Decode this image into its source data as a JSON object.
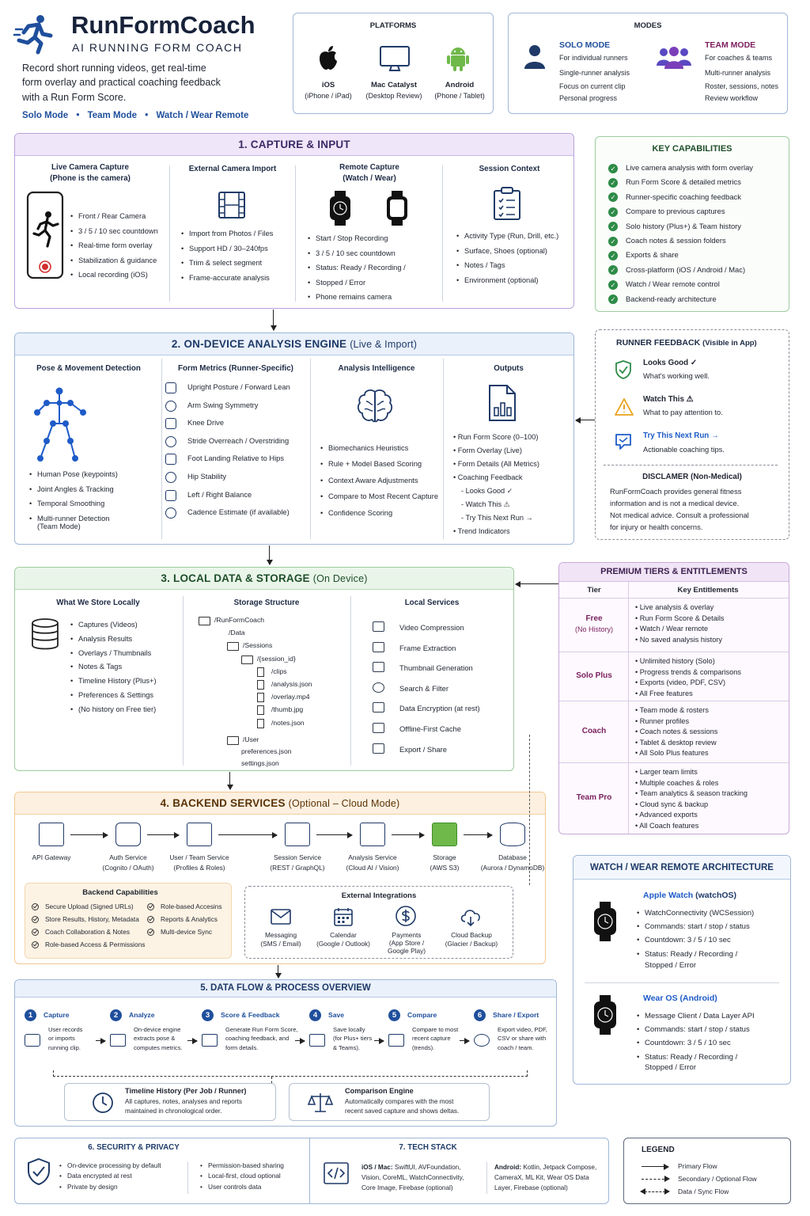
{
  "header": {
    "app_name": "RunFormCoach",
    "tagline": "AI RUNNING FORM COACH",
    "description": [
      "Record short running videos, get real-time",
      "form overlay and practical coaching feedback",
      "with a Run Form Score."
    ],
    "links": [
      "Solo Mode",
      "Team Mode",
      "Watch / Wear Remote"
    ]
  },
  "platforms": {
    "title": "PLATFORMS",
    "items": [
      {
        "name": "iOS",
        "sub": "(iPhone / iPad)",
        "icon": "apple-icon"
      },
      {
        "name": "Mac Catalyst",
        "sub": "(Desktop Review)",
        "icon": "monitor-icon"
      },
      {
        "name": "Android",
        "sub": "(Phone / Tablet)",
        "icon": "android-icon"
      }
    ]
  },
  "modes": {
    "title": "MODES",
    "solo": {
      "title": "SOLO MODE",
      "lines": [
        "For individual runners",
        "Single-runner analysis",
        "Focus on current clip",
        "Personal progress"
      ]
    },
    "team": {
      "title": "TEAM MODE",
      "lines": [
        "For coaches & teams",
        "Multi-runner analysis",
        "Roster, sessions, notes",
        "Review workflow"
      ]
    }
  },
  "capture": {
    "title": "1. CAPTURE & INPUT",
    "cols": [
      {
        "title": [
          "Live Camera Capture",
          "(Phone is the camera)"
        ],
        "items": [
          "Front / Rear Camera",
          "3 / 5 / 10 sec countdown",
          "Real-time form overlay",
          "Stabilization & guidance",
          "Local recording (iOS)"
        ]
      },
      {
        "title": [
          "External Camera Import"
        ],
        "items": [
          "Import from Photos / Files",
          "Support HD / 30–240fps",
          "Trim & select segment",
          "Frame-accurate analysis"
        ]
      },
      {
        "title": [
          "Remote Capture",
          "(Watch / Wear)"
        ],
        "items": [
          "Start / Stop Recording",
          "3 / 5 / 10 sec countdown",
          "Status: Ready / Recording /",
          "Stopped / Error",
          "Phone remains camera"
        ]
      },
      {
        "title": [
          "Session Context"
        ],
        "items": [
          "Activity Type (Run, Drill, etc.)",
          "Surface, Shoes (optional)",
          "Notes / Tags",
          "Environment (optional)"
        ]
      }
    ]
  },
  "capabilities": {
    "title": "KEY CAPABILITIES",
    "items": [
      "Live camera analysis with form overlay",
      "Run Form Score & detailed metrics",
      "Runner-specific coaching feedback",
      "Compare to previous captures",
      "Solo history (Plus+) & Team history",
      "Coach notes & session folders",
      "Exports & share",
      "Cross-platform (iOS / Android / Mac)",
      "Watch / Wear remote control",
      "Backend-ready architecture"
    ]
  },
  "analysis": {
    "title": "2. ON-DEVICE ANALYSIS ENGINE",
    "title_sub": "(Live & Import)",
    "pose": {
      "title": "Pose & Movement Detection",
      "items": [
        "Human Pose (keypoints)",
        "Joint Angles & Tracking",
        "Temporal Smoothing",
        "Multi-runner Detection",
        "(Team Mode)"
      ]
    },
    "metrics": {
      "title": "Form Metrics (Runner-Specific)",
      "items": [
        "Upright Posture / Forward Lean",
        "Arm Swing Symmetry",
        "Knee Drive",
        "Stride Overreach / Overstriding",
        "Foot Landing Relative to Hips",
        "Hip Stability",
        "Left / Right Balance",
        "Cadence Estimate (if available)"
      ]
    },
    "intel": {
      "title": "Analysis Intelligence",
      "items": [
        "Biomechanics Heuristics",
        "Rule + Model Based Scoring",
        "Context Aware Adjustments",
        "Compare to Most Recent Capture",
        "Confidence Scoring"
      ]
    },
    "outputs": {
      "title": "Outputs",
      "items": [
        "Run Form Score (0–100)",
        "Form Overlay (Live)",
        "Form Details (All Metrics)",
        "Coaching Feedback",
        "- Looks Good ✓",
        "- Watch This ⚠",
        "- Try This Next Run →",
        "Trend Indicators"
      ]
    }
  },
  "feedback": {
    "title": "RUNNER FEEDBACK",
    "title_sub": "(Visible in App)",
    "items": [
      {
        "title": "Looks Good ✓",
        "desc": "What's working well."
      },
      {
        "title": "Watch This ⚠",
        "desc": "What to pay attention to."
      },
      {
        "title": "Try This Next Run →",
        "desc": "Actionable coaching tips."
      }
    ],
    "disclaimer_title": "DISCLAMER (Non-Medical)",
    "disclaimer": [
      "RunFormCoach provides general fitness",
      "information and is not a medical device.",
      "Not medical advice. Consult a professional",
      "for injury or health concerns."
    ]
  },
  "storage": {
    "title": "3. LOCAL DATA & STORAGE",
    "title_sub": "(On Device)",
    "what": {
      "title": "What We Store Locally",
      "items": [
        "Captures (Videos)",
        "Analysis Results",
        "Overlays / Thumbnails",
        "Notes & Tags",
        "Timeline History (Plus+)",
        "Preferences & Settings",
        "(No history on Free tier)"
      ]
    },
    "structure": {
      "title": "Storage Structure",
      "lines": [
        "/RunFormCoach",
        "/Data",
        "/Sessions",
        "/{session_id}",
        "/clips",
        "/analysis.json",
        "/overlay.mp4",
        "/thumb.jpg",
        "/notes.json",
        "/User",
        "preferences.json",
        "settings.json"
      ]
    },
    "services": {
      "title": "Local Services",
      "items": [
        "Video Compression",
        "Frame Extraction",
        "Thumbnail Generation",
        "Search & Filter",
        "Data Encryption (at rest)",
        "Offline-First Cache",
        "Export / Share"
      ]
    }
  },
  "tiers": {
    "title": "PREMIUM TIERS & ENTITLEMENTS",
    "col_tier": "Tier",
    "col_ent": "Key Entitlements",
    "rows": [
      {
        "tier": "Free",
        "tier_sub": "(No History)",
        "items": [
          "Live analysis & overlay",
          "Run Form Score & Details",
          "Watch / Wear remote",
          "No saved analysis history"
        ]
      },
      {
        "tier": "Solo Plus",
        "tier_sub": "",
        "items": [
          "Unlimited history (Solo)",
          "Progress trends & comparisons",
          "Exports (video, PDF, CSV)",
          "All Free features"
        ]
      },
      {
        "tier": "Coach",
        "tier_sub": "",
        "items": [
          "Team mode & rosters",
          "Runner profiles",
          "Coach notes & sessions",
          "Tablet & desktop review",
          "All Solo Plus features"
        ]
      },
      {
        "tier": "Team Pro",
        "tier_sub": "",
        "items": [
          "Larger team limits",
          "Multiple coaches & roles",
          "Team analytics & season tracking",
          "Cloud sync & backup",
          "Advanced exports",
          "All Coach features"
        ]
      }
    ]
  },
  "backend": {
    "title": "4. BACKEND SERVICES",
    "title_sub": "(Optional – Cloud Mode)",
    "services": [
      {
        "name": "API Gateway",
        "sub": ""
      },
      {
        "name": "Auth Service",
        "sub": "(Cognito / OAuth)"
      },
      {
        "name": "User / Team Service",
        "sub": "(Profiles & Roles)"
      },
      {
        "name": "Session Service",
        "sub": "(REST / GraphQL)"
      },
      {
        "name": "Analysis Service",
        "sub": "(Cloud AI / Vision)"
      },
      {
        "name": "Storage",
        "sub": "(AWS S3)"
      },
      {
        "name": "Database",
        "sub": "(Aurora / DynamoDB)"
      }
    ],
    "caps_title": "Backend Capabilities",
    "caps_left": [
      "Secure Upload (Signed URLs)",
      "Store Results, History, Metadata",
      "Coach Collaboration & Notes",
      "Role-based Access & Permissions"
    ],
    "caps_right": [
      "Role-based Accesins",
      "Reports & Analytics",
      "Multi-device Sync"
    ],
    "ext_title": "External Integrations",
    "ext": [
      {
        "name": "Messaging",
        "sub": "(SMS / Email)"
      },
      {
        "name": "Calendar",
        "sub": "(Google / Outlook)"
      },
      {
        "name": "Payments",
        "sub": "(App Store /",
        "sub2": "Google Play)"
      },
      {
        "name": "Cloud Backup",
        "sub": "(Glacier / Backup)"
      }
    ]
  },
  "watch": {
    "title": "WATCH / WEAR REMOTE ARCHITECTURE",
    "apple": {
      "title": "Apple Watch",
      "title_sub": "(watchOS)",
      "items": [
        "WatchConnectivity (WCSession)",
        "Commands: start / stop / status",
        "Countdown: 3 / 5 / 10 sec",
        "Status: Ready / Recording /",
        "Stopped / Error"
      ]
    },
    "wear": {
      "title": "Wear OS (Android)",
      "items": [
        "Message Client / Data Layer API",
        "Commands: start / stop / status",
        "Countdown: 3 / 5 / 10 sec",
        "Status: Ready / Recording /",
        "Stopped / Error"
      ]
    }
  },
  "dataflow": {
    "title": "5. DATA FLOW & PROCESS OVERVIEW",
    "steps": [
      {
        "n": "1",
        "title": "Capture",
        "lines": [
          "User records",
          "or imports",
          "running clip."
        ]
      },
      {
        "n": "2",
        "title": "Analyze",
        "lines": [
          "On-device engine",
          "extracts pose &",
          "computes metrics."
        ]
      },
      {
        "n": "3",
        "title": "Score & Feedback",
        "lines": [
          "Generate Run Form Score,",
          "coaching feedback, and",
          "form details."
        ]
      },
      {
        "n": "4",
        "title": "Save",
        "lines": [
          "Save locally",
          "(for Plus+ tiers",
          "& Teams)."
        ]
      },
      {
        "n": "5",
        "title": "Compare",
        "lines": [
          "Compare to most",
          "recent capture",
          "(trends)."
        ]
      },
      {
        "n": "6",
        "title": "Share / Export",
        "lines": [
          "Export video, PDF,",
          "CSV or share with",
          "coach / team."
        ]
      }
    ],
    "timeline": {
      "title": "Timeline History (Per Job / Runner)",
      "lines": [
        "All captures, notes, analyses and reports",
        "maintained in chronological order."
      ]
    },
    "compare": {
      "title": "Comparison Engine",
      "lines": [
        "Automatically compares with the most",
        "recent saved capture and shows deltas."
      ]
    }
  },
  "security": {
    "title": "6. SECURITY & PRIVACY",
    "left": [
      "On-device processing by default",
      "Data encrypted at rest",
      "Private by design"
    ],
    "right": [
      "Permission-based sharing",
      "Local-first, cloud optional",
      "User controls data"
    ]
  },
  "tech": {
    "title": "7. TECH STACK",
    "ios_label": "iOS / Mac:",
    "ios": [
      "SwiftUI, AVFoundation,",
      "Vision, CoreML, WatchConnectivity,",
      "Core Image, Firebase (optional)"
    ],
    "android_label": "Android:",
    "android": [
      "Kotlin, Jetpack Compose,",
      "CameraX, ML Kit, Wear OS Data",
      "Layer, Firebase (optional)"
    ]
  },
  "legend": {
    "title": "LEGEND",
    "items": [
      "Primary Flow",
      "Secondary / Optional Flow",
      "Data / Sync Flow"
    ]
  },
  "colors": {
    "primary": "#1f4f9c",
    "purple": "#7a1f5e",
    "green": "#2e8b47",
    "orange": "#e8a21a"
  }
}
